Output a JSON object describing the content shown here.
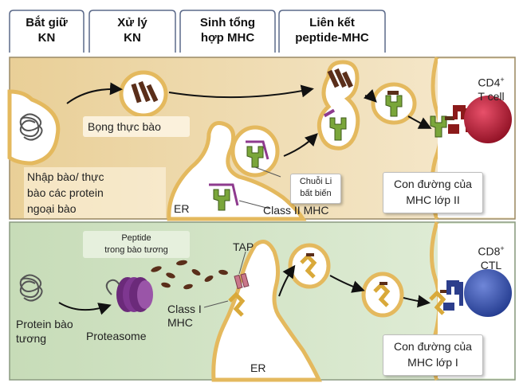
{
  "headers": {
    "capture": [
      "Bắt giữ",
      "KN"
    ],
    "processing": [
      "Xử lý",
      "KN"
    ],
    "synthesis": [
      "Sinh tổng",
      "hợp MHC"
    ],
    "binding": [
      "Liên kết",
      "peptide-MHC"
    ]
  },
  "top_panel": {
    "phagosome": "Bọng thực bào",
    "endocytosis": [
      "Nhập bào/ thực",
      "bào các protein",
      "ngoại bào"
    ],
    "er": "ER",
    "invariant_chain": [
      "Chuỗi Li",
      "bất biến"
    ],
    "class2": "Class II MHC",
    "pathway": [
      "Con đường của",
      "MHC lớp II"
    ],
    "cell": [
      "CD4",
      "+",
      "T cell"
    ]
  },
  "bottom_panel": {
    "cytosolic_protein": [
      "Protein bào",
      "tương"
    ],
    "proteasome": "Proteasome",
    "cytosolic_peptide": [
      "Peptide",
      "trong bào tương"
    ],
    "tap": "TAP",
    "class1": [
      "Class I",
      "MHC"
    ],
    "er": "ER",
    "pathway": [
      "Con đường của",
      "MHC lớp I"
    ],
    "cell": [
      "CD8",
      "+",
      "CTL"
    ]
  },
  "colors": {
    "top_panel": "#f1dfb4",
    "bottom_panel": "#d3e6c5",
    "membrane": "#e7c47e",
    "class2": "#7aa63a",
    "class1": "#d9a93a",
    "peptide": "#5a2e1a",
    "tcr_cd4": "#8b1a1a",
    "cd4_cell": "#c41e3a",
    "tcr_cd8": "#2c3e8c",
    "cd8_cell": "#3d55b8",
    "proteasome": "#6b2a7a",
    "invariant_chain": "#8e3a8e"
  }
}
